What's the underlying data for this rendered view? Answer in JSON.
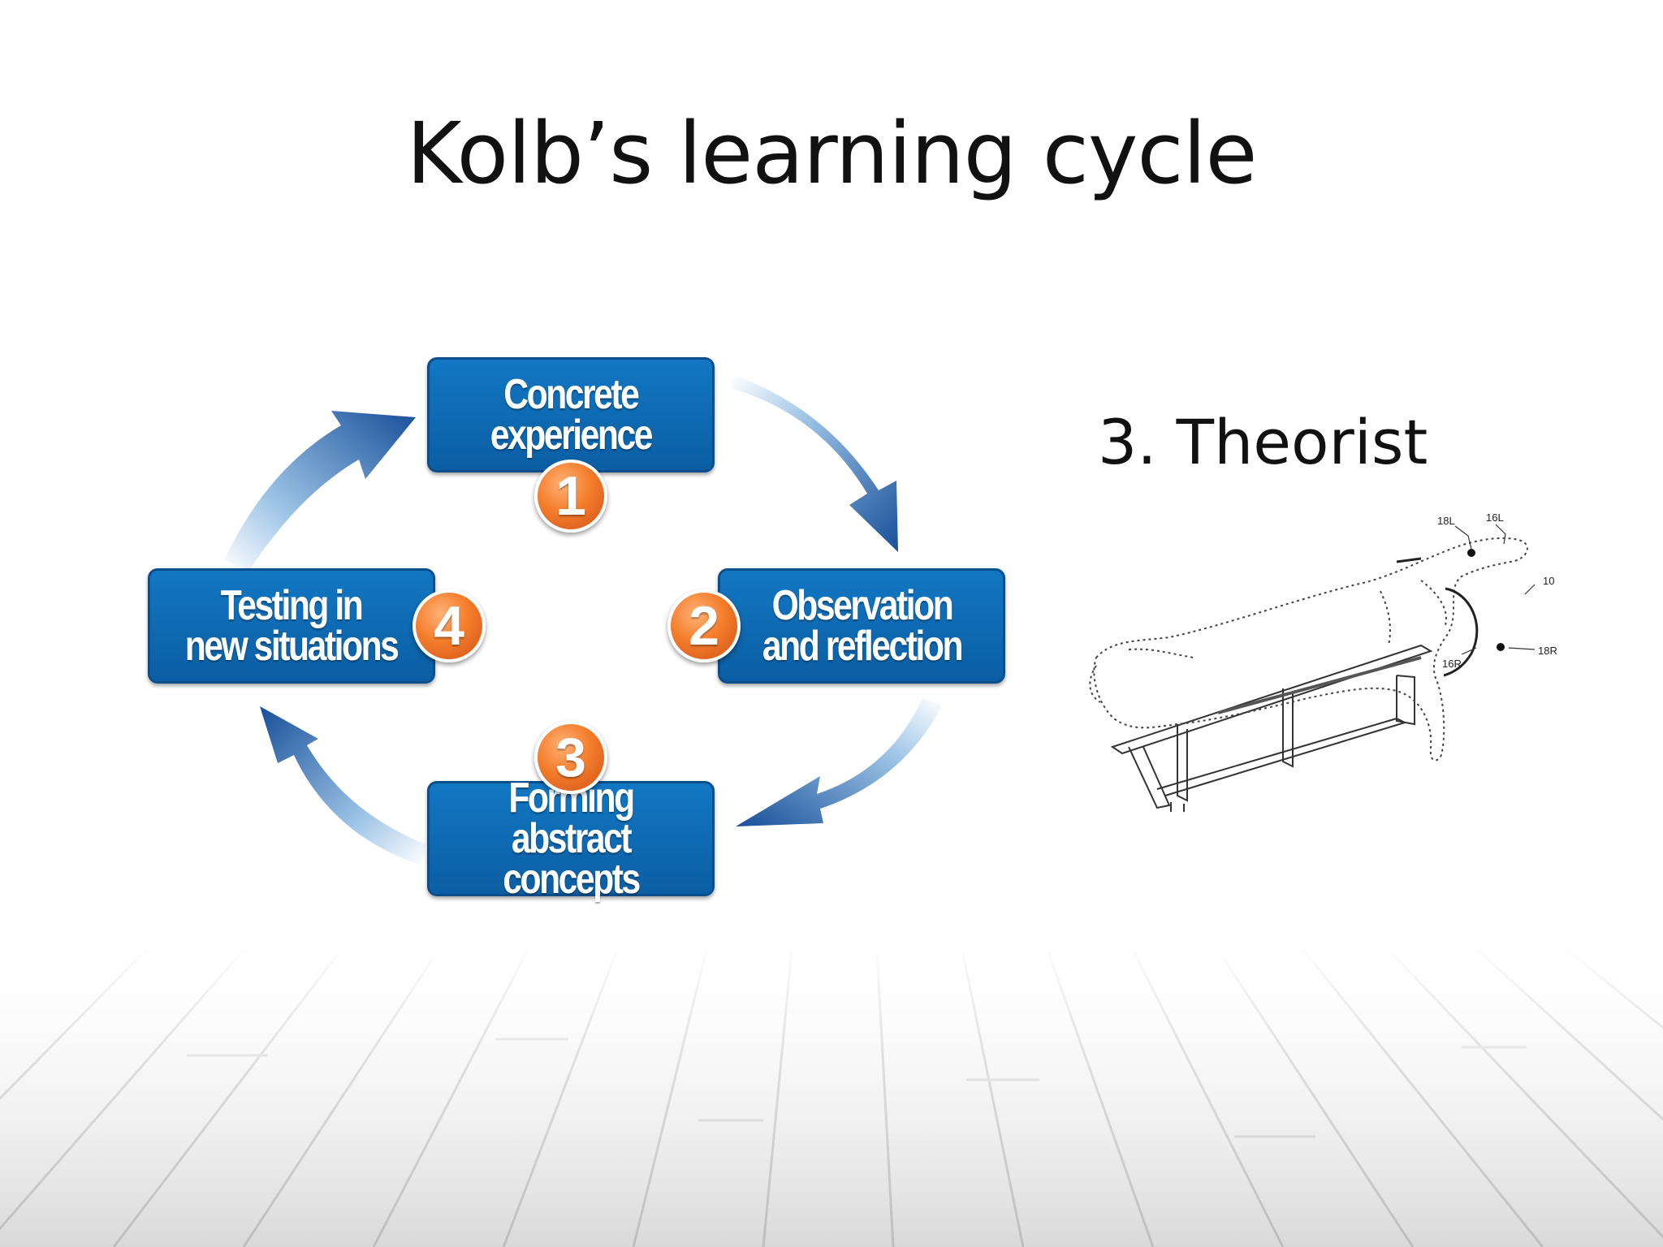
{
  "slide": {
    "title": "Kolb’s learning cycle",
    "subheading": "3. Theorist"
  },
  "cycle": {
    "stages": [
      {
        "number": "1",
        "label": "Concrete\nexperience"
      },
      {
        "number": "2",
        "label": "Observation\nand reflection"
      },
      {
        "number": "3",
        "label": "Forming abstract\nconcepts"
      },
      {
        "number": "4",
        "label": "Testing in\nnew situations"
      }
    ],
    "colors": {
      "box": "#0b6bb5",
      "badge": "#f07a2a",
      "arrow": "#1a63b0"
    }
  },
  "illustration": {
    "labels": [
      "18L",
      "16L",
      "10",
      "18R",
      "16R"
    ]
  }
}
